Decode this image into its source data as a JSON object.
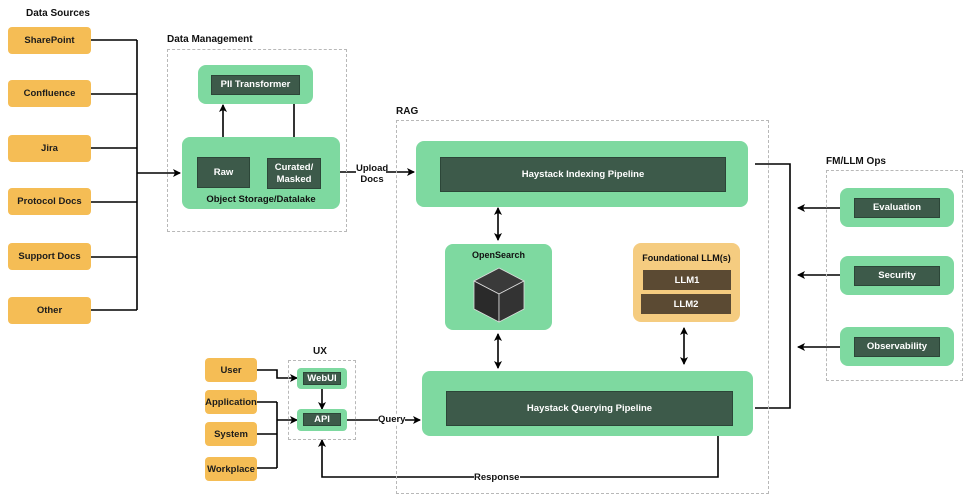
{
  "data_sources": {
    "title": "Data Sources",
    "items": [
      "SharePoint",
      "Confluence",
      "Jira",
      "Protocol Docs",
      "Support Docs",
      "Other"
    ]
  },
  "data_management": {
    "title": "Data Management",
    "pii_transformer": "PII Transformer",
    "raw": "Raw",
    "curated": "Curated/\nMasked",
    "storage_label": "Object Storage/Datalake"
  },
  "rag": {
    "title": "RAG",
    "indexing_pipeline": "Haystack Indexing Pipeline",
    "opensearch": "OpenSearch",
    "foundational_llm": {
      "title": "Foundational LLM(s)",
      "models": [
        "LLM1",
        "LLM2"
      ]
    },
    "querying_pipeline": "Haystack Querying Pipeline"
  },
  "fm_llm_ops": {
    "title": "FM/LLM Ops",
    "items": [
      "Evaluation",
      "Security",
      "Observability"
    ]
  },
  "ux": {
    "title": "UX",
    "webui": "WebUI",
    "api": "API"
  },
  "clients": [
    "User",
    "Application",
    "System",
    "Workplace"
  ],
  "edges": {
    "upload_docs": "Upload\nDocs",
    "query": "Query",
    "response": "Response"
  },
  "colors": {
    "source_fill": "#f5bd55",
    "component_fill": "#7ed9a0",
    "component_inner": "#3d5a4a",
    "llm_inner": "#5b4a33",
    "llm_container": "#f5cc80"
  }
}
